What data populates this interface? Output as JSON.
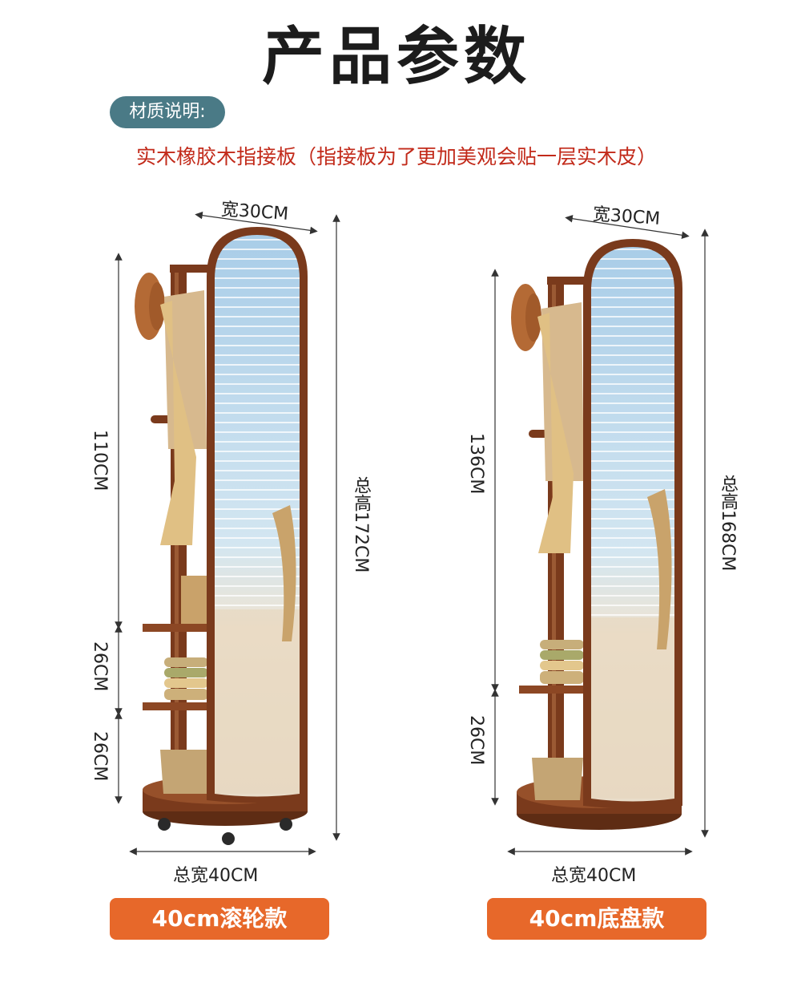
{
  "heading": "产品参数",
  "material": {
    "badge": "材质说明:",
    "text": "实木橡胶木指接板（指接板为了更加美观会贴一层实木皮）"
  },
  "products": [
    {
      "width_label": "宽30CM",
      "upper_label": "110CM",
      "mid_label": "26CM",
      "low_label": "26CM",
      "height_label": "总高172CM",
      "base_label": "总宽40CM",
      "name": "40cm滚轮款"
    },
    {
      "width_label": "宽30CM",
      "upper_label": "136CM",
      "low_label": "26CM",
      "height_label": "总高168CM",
      "base_label": "总宽40CM",
      "name": "40cm底盘款"
    }
  ],
  "colors": {
    "badge_bg": "#4a7a86",
    "material_text": "#c22a1a",
    "button_bg": "#e7682a",
    "wood": "#7a3a1c"
  }
}
